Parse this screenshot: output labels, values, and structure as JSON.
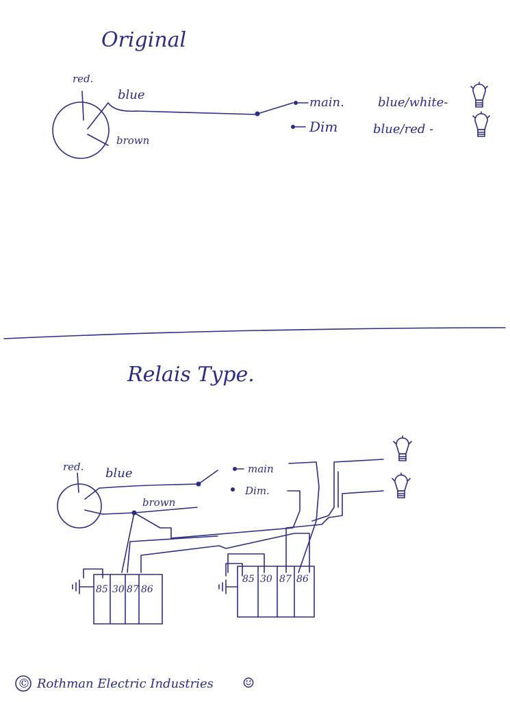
{
  "original": {
    "title": "Original",
    "wire_red": "red.",
    "wire_blue": "blue",
    "wire_brown": "brown",
    "main_label": "main.",
    "dim_label": "Dim",
    "main_color": "blue/white-",
    "dim_color": "blue/red -"
  },
  "relay": {
    "title": "Relais   Type.",
    "wire_red": "red.",
    "wire_blue": "blue",
    "wire_brown": "brown",
    "main_label": "main",
    "dim_label": "Dim.",
    "relay_left_terminals": [
      "85",
      "30",
      "87",
      "86"
    ],
    "relay_right_terminals": [
      "85",
      "30",
      "87",
      "86"
    ]
  },
  "footer": {
    "copyright": "©",
    "credit": "Rothman Electric Industries",
    "smiley": "☺"
  },
  "colors": {
    "ink": "#2c2c84",
    "paper": "#ffffff"
  },
  "icons": [
    "lamp-icon",
    "ground-icon",
    "switch-icon",
    "smiley-icon"
  ]
}
